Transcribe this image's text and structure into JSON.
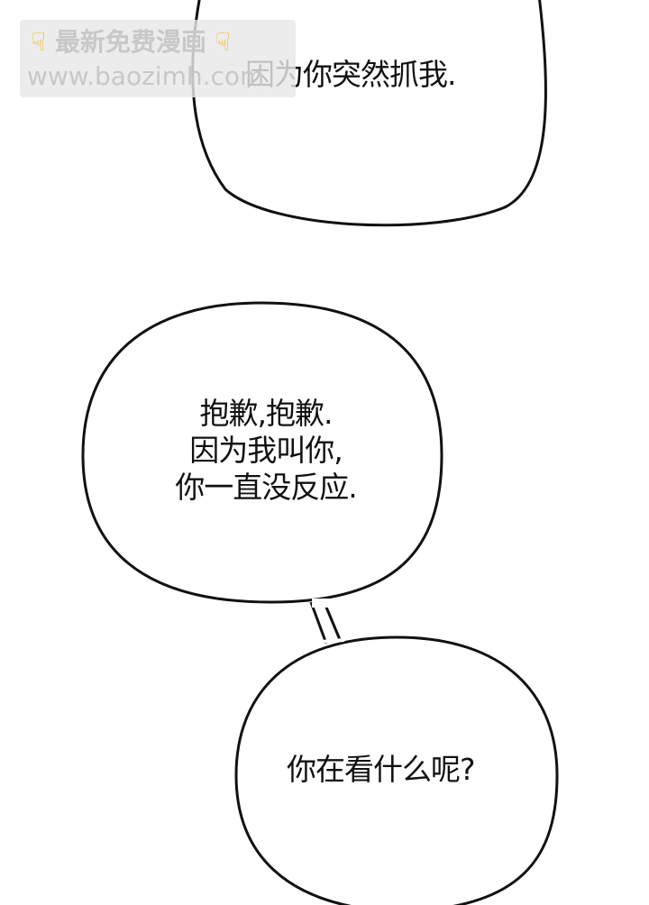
{
  "bubbles": {
    "top": {
      "text": "因为你突然抓我."
    },
    "middle": {
      "lines": [
        "抱歉,抱歉.",
        "因为我叫你,",
        "你一直没反应."
      ]
    },
    "bottom": {
      "text": "你在看什么呢?"
    }
  },
  "watermark": {
    "line1": "最新免费漫画",
    "line2": "www.baozimh.com",
    "hand_icon": "pointing-down-hand-icon",
    "hand_color": "#f3b92c"
  },
  "colors": {
    "background": "#ffffff",
    "outline": "#111111",
    "text": "#111111"
  }
}
